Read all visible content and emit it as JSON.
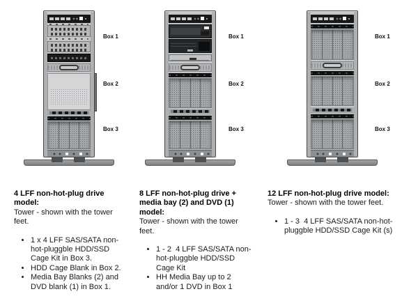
{
  "figures": [
    {
      "boxes": [
        "Box 1",
        "Box 2",
        "Box 3"
      ]
    },
    {
      "boxes": [
        "Box 1",
        "Box 2",
        "Box 3"
      ]
    },
    {
      "boxes": [
        "Box 1",
        "Box 2",
        "Box 3"
      ]
    }
  ],
  "columns": [
    {
      "heading": "4 LFF non-hot-plug drive model:",
      "subheading": "Tower - shown with the tower feet.",
      "bullets": [
        "1 x 4 LFF SAS/SATA non-hot-pluggble HDD/SSD Cage Kit in Box 3.",
        "HDD Cage Blank in Box 2.",
        "Media Bay Blanks (2) and DVD blank (1) in Box 1."
      ]
    },
    {
      "heading": "8 LFF non-hot-plug drive + media bay (2) and DVD (1) model:",
      "subheading": "Tower - shown with the tower feet.",
      "bullets": [
        "1 - 2  4 LFF SAS/SATA non-hot-pluggble HDD/SSD Cage Kit",
        "HH Media Bay up to 2 and/or 1 DVD in Box 1"
      ]
    },
    {
      "heading": "12 LFF non-hot-plug drive model:",
      "subheading": "Tower - shown with the tower feet.",
      "bullets": [
        "1 - 3  4 LFF SAS/SATA non-hot-pluggble HDD/SSD Cage Kit (s)"
      ]
    }
  ],
  "colors": {
    "chassis_light": "#c6c8ca",
    "panel_dark": "#17181a",
    "cage_grid": "#a4a7a9",
    "text": "#000000",
    "background": "#ffffff"
  }
}
